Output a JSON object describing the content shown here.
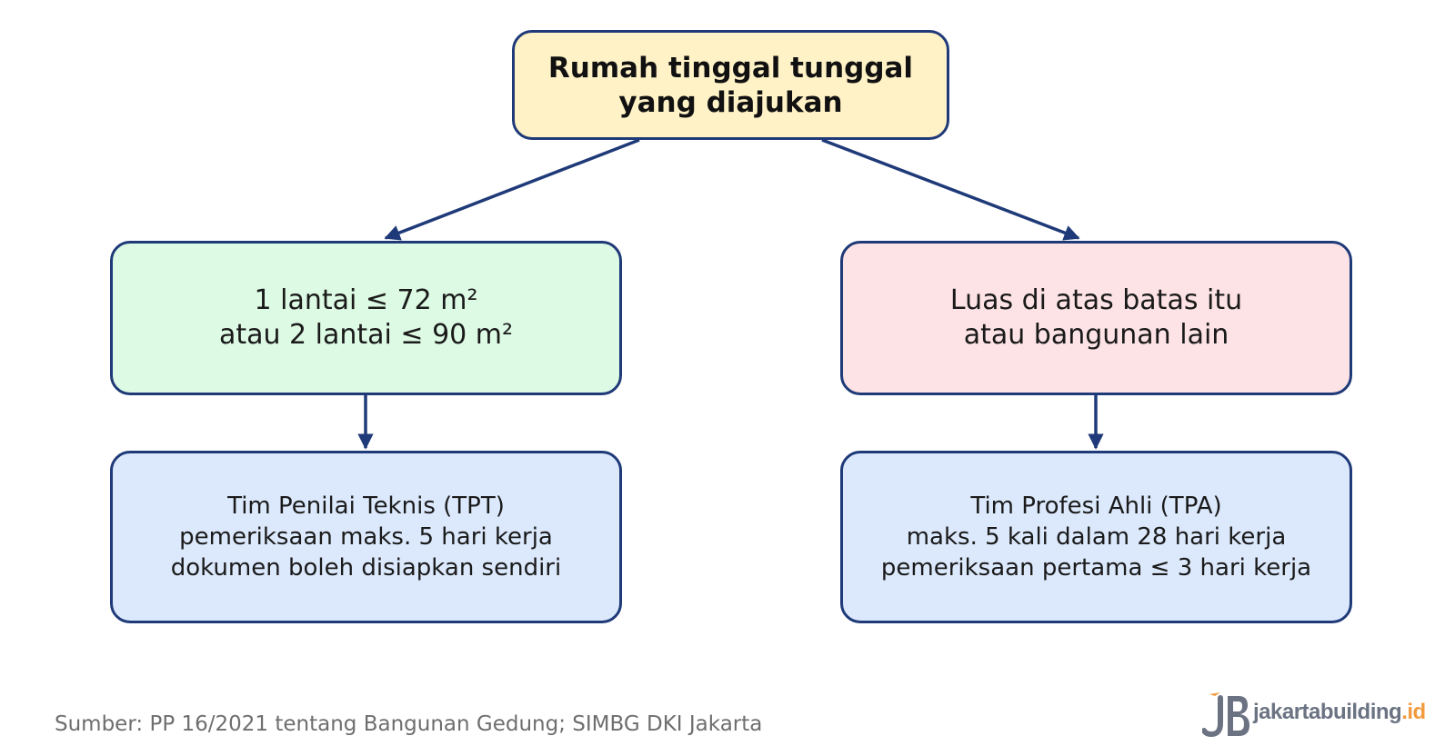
{
  "root": {
    "lines": [
      "Rumah tinggal tunggal",
      "yang diajukan"
    ]
  },
  "conditions": [
    {
      "lines": [
        "1 lantai ≤ 72 m²",
        "atau 2 lantai ≤ 90 m²"
      ]
    },
    {
      "lines": [
        "Luas di atas batas itu",
        "atau bangunan lain"
      ]
    }
  ],
  "results": [
    {
      "lines": [
        "Tim Penilai Teknis (TPT)",
        "pemeriksaan maks. 5 hari kerja",
        "dokumen boleh disiapkan sendiri"
      ]
    },
    {
      "lines": [
        "Tim Profesi Ahli (TPA)",
        "maks. 5 kali dalam 28 hari kerja",
        "pemeriksaan pertama ≤ 3 hari kerja"
      ]
    }
  ],
  "source": "Sumber: PP 16/2021 tentang Bangunan Gedung; SIMBG DKI Jakarta",
  "logo": {
    "name": "jakartabuilding",
    "tld": ".id"
  },
  "colors": {
    "border": "#1f3a78",
    "root_fill": "#fff2c6",
    "left_condition_fill": "#ddfae4",
    "right_condition_fill": "#fde3e5",
    "result_fill": "#dce9fc",
    "logo_accent": "#f19a3e"
  }
}
